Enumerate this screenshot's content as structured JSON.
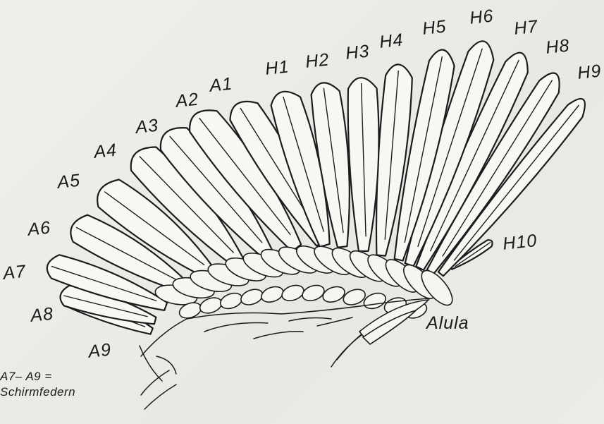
{
  "labels": {
    "H1": "H1",
    "H2": "H2",
    "H3": "H3",
    "H4": "H4",
    "H5": "H5",
    "H6": "H6",
    "H7": "H7",
    "H8": "H8",
    "H9": "H9",
    "H10": "H10",
    "A1": "A1",
    "A2": "A2",
    "A3": "A3",
    "A4": "A4",
    "A5": "A5",
    "A6": "A6",
    "A7": "A7",
    "A8": "A8",
    "A9": "A9",
    "alula": "Alula"
  },
  "note": {
    "line1": "A7– A9 =",
    "line2": "Schirmfedern"
  }
}
